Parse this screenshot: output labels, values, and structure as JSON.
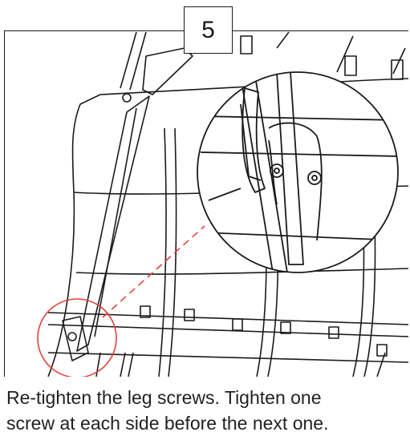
{
  "step": {
    "number": "5"
  },
  "instruction": {
    "line1": "Re-tighten the leg screws. Tighten one",
    "line2": "screw at each side before the next one."
  },
  "colors": {
    "line": "#1a1a1a",
    "highlight": "#e0413a",
    "background": "#ffffff"
  },
  "icons": [
    "magnifier-callout",
    "highlight-circle",
    "screw"
  ]
}
